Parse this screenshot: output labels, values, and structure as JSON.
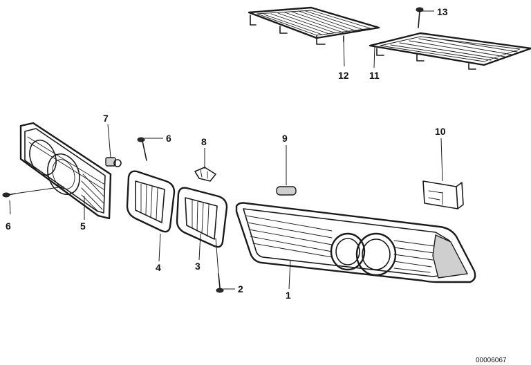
{
  "callouts": {
    "c1": "1",
    "c2": "2",
    "c3": "3",
    "c4": "4",
    "c5": "5",
    "c6a": "6",
    "c6b": "6",
    "c7": "7",
    "c8": "8",
    "c9": "9",
    "c10": "10",
    "c11": "11",
    "c12": "12",
    "c13": "13"
  },
  "document_number": "00006067"
}
